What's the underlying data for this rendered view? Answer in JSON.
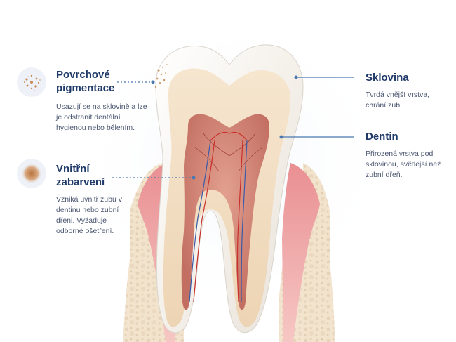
{
  "labels": {
    "povrchove": {
      "title": "Povrchové pigmentace",
      "desc": "Usazují se na sklovině a lze je odstranit dentální hygienou nebo bělením.",
      "icon": "speckles-icon"
    },
    "vnitrni": {
      "title": "Vnitřní zabarvení",
      "desc": "Vzniká uvnitř zubu v dentinu nebo zubní dřeni. Vyžaduje odborné ošetření.",
      "icon": "blur-stain-icon"
    },
    "sklovina": {
      "title": "Sklovina",
      "desc": "Tvrdá vnější vrstva, chrání zub."
    },
    "dentin": {
      "title": "Dentin",
      "desc": "Přirozená vrstva pod sklovinou, světlejší než zubní dřeň."
    }
  },
  "colors": {
    "title": "#1f3a68",
    "text": "#4a5670",
    "leader": "#4a78b0",
    "enamel": "#f4f1ea",
    "dentin": "#f0dcc0",
    "pulp": "#c9786a",
    "gum": "#f1b6b6",
    "bone": "#f3e4cf"
  }
}
